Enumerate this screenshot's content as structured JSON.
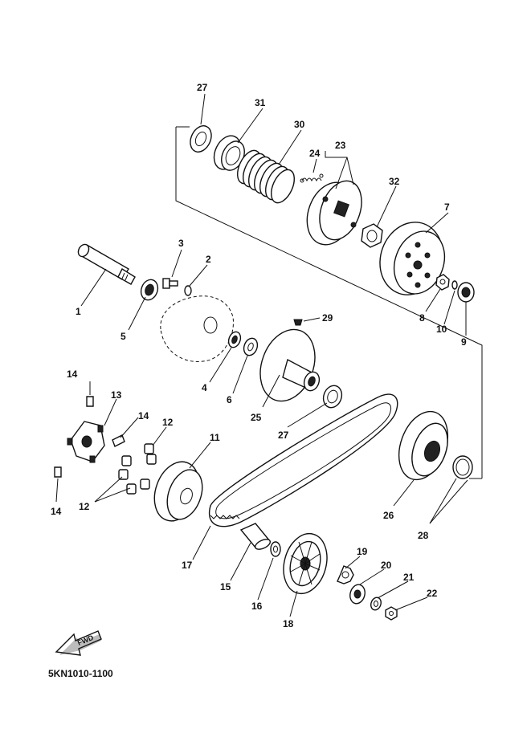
{
  "diagram": {
    "code": "5KN1010-1100",
    "fwd_label": "FWD",
    "labels": [
      "27",
      "31",
      "30",
      "24",
      "23",
      "32",
      "7",
      "3",
      "2",
      "1",
      "5",
      "8",
      "10",
      "9",
      "29",
      "4",
      "6",
      "25",
      "14",
      "13",
      "14",
      "12",
      "11",
      "27",
      "26",
      "14",
      "12",
      "28",
      "17",
      "19",
      "20",
      "21",
      "22",
      "15",
      "16",
      "18"
    ]
  }
}
